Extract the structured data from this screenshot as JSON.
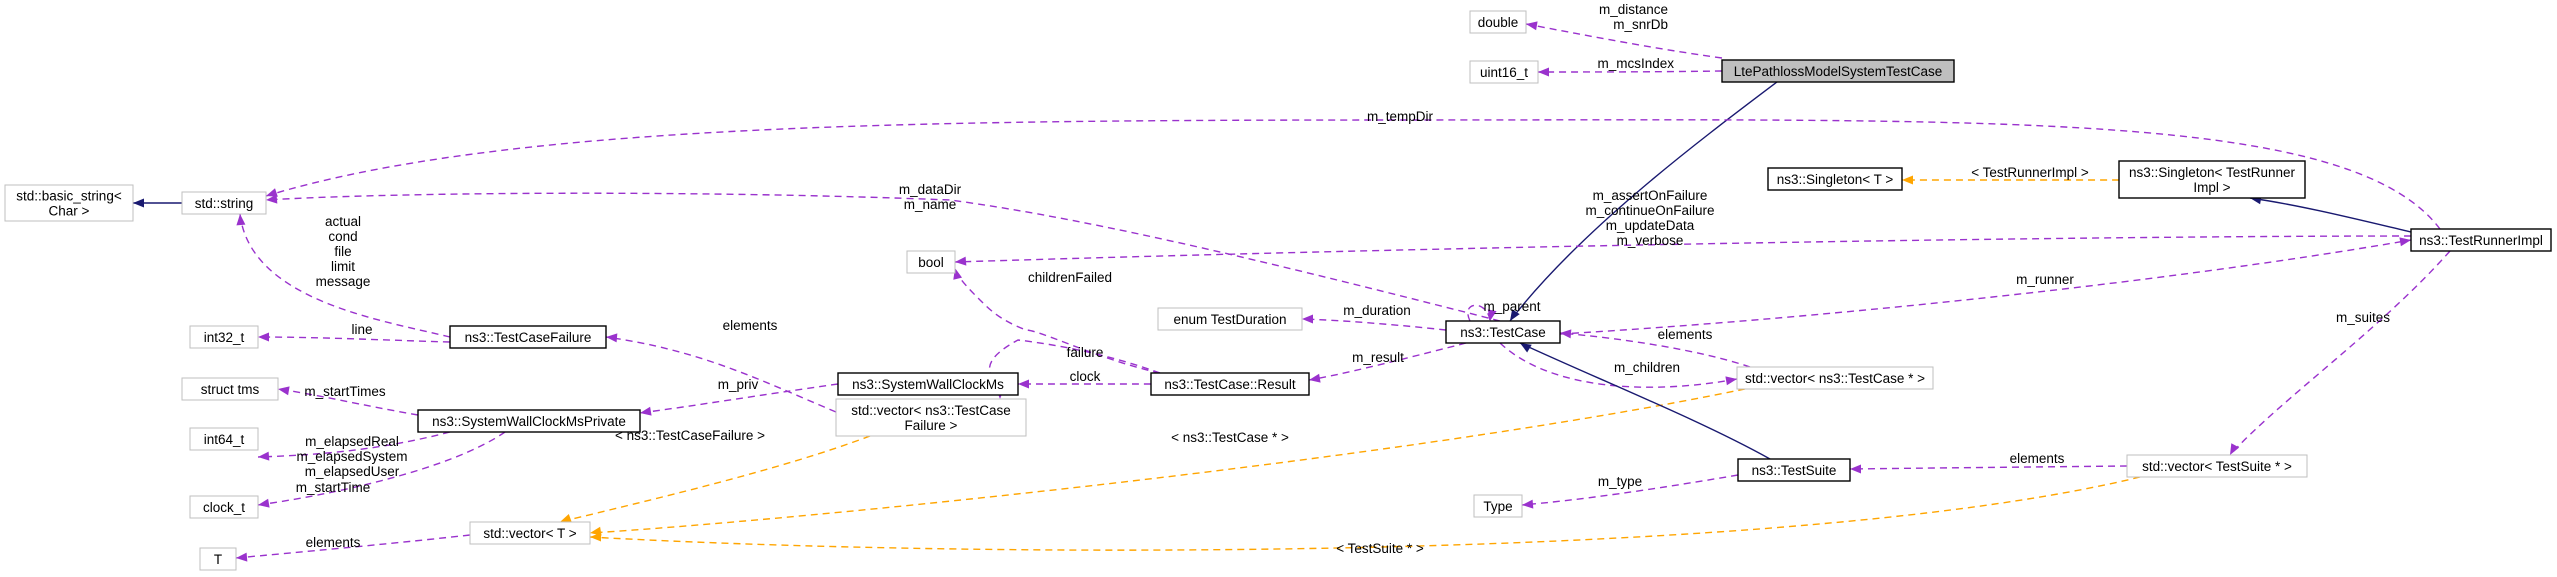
{
  "diagram": {
    "kind": "collaboration-graph",
    "nodes": {
      "focus": [
        "LtePathlossModelSystemTestCase"
      ],
      "double": [
        "double"
      ],
      "uint16": [
        "uint16_t"
      ],
      "basic_string": [
        "std::basic_string<",
        "Char >"
      ],
      "string": [
        "std::string"
      ],
      "int32": [
        "int32_t"
      ],
      "structtms": [
        "struct tms"
      ],
      "int64": [
        "int64_t"
      ],
      "clock_t": [
        "clock_t"
      ],
      "T": [
        "T"
      ],
      "testcasefailure": [
        "ns3::TestCaseFailure"
      ],
      "wallclockpriv": [
        "ns3::SystemWallClockMsPrivate"
      ],
      "vector_T": [
        "std::vector< T >"
      ],
      "vector_failure": [
        "std::vector< ns3::TestCase",
        "Failure >"
      ],
      "bool": [
        "bool"
      ],
      "wallclock": [
        "ns3::SystemWallClockMs"
      ],
      "result": [
        "ns3::TestCase::Result"
      ],
      "enumduration": [
        "enum TestDuration"
      ],
      "testcase": [
        "ns3::TestCase"
      ],
      "vector_testcase": [
        "std::vector< ns3::TestCase * >"
      ],
      "type": [
        "Type"
      ],
      "testsuite": [
        "ns3::TestSuite"
      ],
      "singletonT": [
        "ns3::Singleton< T >"
      ],
      "singletonRunner": [
        "ns3::Singleton< TestRunner",
        "Impl >"
      ],
      "runnerimpl": [
        "ns3::TestRunnerImpl"
      ],
      "vector_suite": [
        "std::vector< TestSuite * >"
      ]
    },
    "edge_labels": {
      "distance": [
        "m_distance",
        "m_snrDb"
      ],
      "mcs": [
        "m_mcsIndex"
      ],
      "tempdir": [
        "m_tempDir"
      ],
      "datadir": [
        "m_dataDir",
        "m_name"
      ],
      "fields": [
        "actual",
        "cond",
        "file",
        "limit",
        "message"
      ],
      "line": [
        "line"
      ],
      "elements_failure": [
        "elements"
      ],
      "starttimes": [
        "m_startTimes"
      ],
      "elapsed": [
        "m_elapsedReal",
        "m_elapsedSystem",
        "m_elapsedUser"
      ],
      "starttime": [
        "m_startTime"
      ],
      "priv": [
        "m_priv"
      ],
      "vec_failure_tpl": [
        "< ns3::TestCaseFailure >"
      ],
      "elements_T": [
        "elements"
      ],
      "childrenfailed": [
        "childrenFailed"
      ],
      "failure": [
        "failure"
      ],
      "clock": [
        "clock"
      ],
      "result": [
        "m_result"
      ],
      "duration": [
        "m_duration"
      ],
      "parent": [
        "m_parent"
      ],
      "runnerflags": [
        "m_assertOnFailure",
        "m_continueOnFailure",
        "m_updateData",
        "m_verbose"
      ],
      "runner": [
        "m_runner"
      ],
      "elements_testcase": [
        "elements"
      ],
      "children": [
        "m_children"
      ],
      "vec_testcase_tpl": [
        "< ns3::TestCase * >"
      ],
      "singleton_tpl": [
        "< TestRunnerImpl >"
      ],
      "suites": [
        "m_suites"
      ],
      "type": [
        "m_type"
      ],
      "elements_suite": [
        "elements"
      ],
      "vec_suite_tpl": [
        "< TestSuite * >"
      ]
    },
    "colors": {
      "usage": "#9a32cd",
      "template": "#ffa500",
      "inheritance": "#191970",
      "focus_fill": "#bfbfbf",
      "external_border": "#bfbfbf",
      "documented_border": "#000000"
    }
  }
}
